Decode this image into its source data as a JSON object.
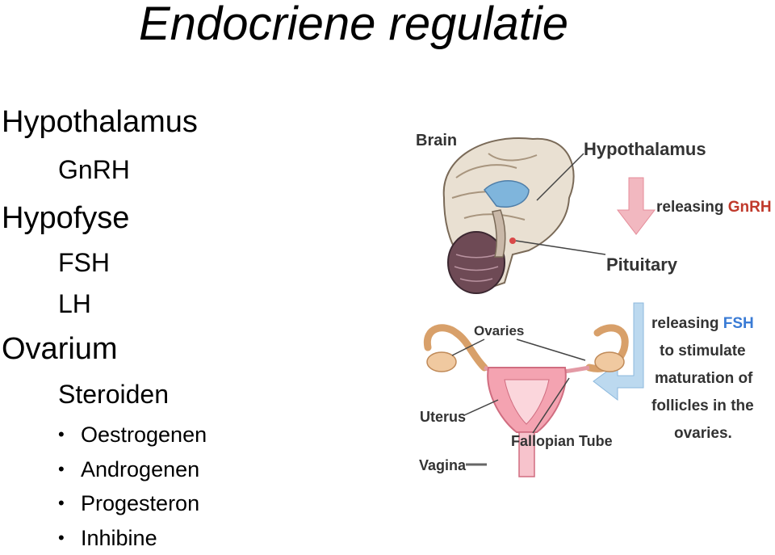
{
  "title": "Endocriene regulatie",
  "outline": {
    "hypothalamus": "Hypothalamus",
    "gnrh": "GnRH",
    "hypofyse": "Hypofyse",
    "fsh": "FSH",
    "lh": "LH",
    "ovarium": "Ovarium",
    "steroiden": "Steroiden",
    "bullets": [
      "Oestrogenen",
      "Androgenen",
      "Progesteron",
      "Inhibine"
    ]
  },
  "figure": {
    "brain": "Brain",
    "hypothalamus": "Hypothalamus",
    "releasing_prefix": "releasing",
    "gnrh": "GnRH",
    "pituitary": "Pituitary",
    "fsh_line1_prefix": "releasing",
    "fsh": "FSH",
    "fsh_line2": "to stimulate",
    "fsh_line3": "maturation of",
    "fsh_line4": "follicles in the",
    "fsh_line5": "ovaries.",
    "ovaries": "Ovaries",
    "uterus": "Uterus",
    "fallopian": "Fallopian Tube",
    "vagina": "Vagina",
    "colors": {
      "gnrh": "#c0392b",
      "fsh": "#3a7bd5",
      "arrow_pink": "#f2b8c0",
      "arrow_blue": "#bcd9ef"
    }
  }
}
